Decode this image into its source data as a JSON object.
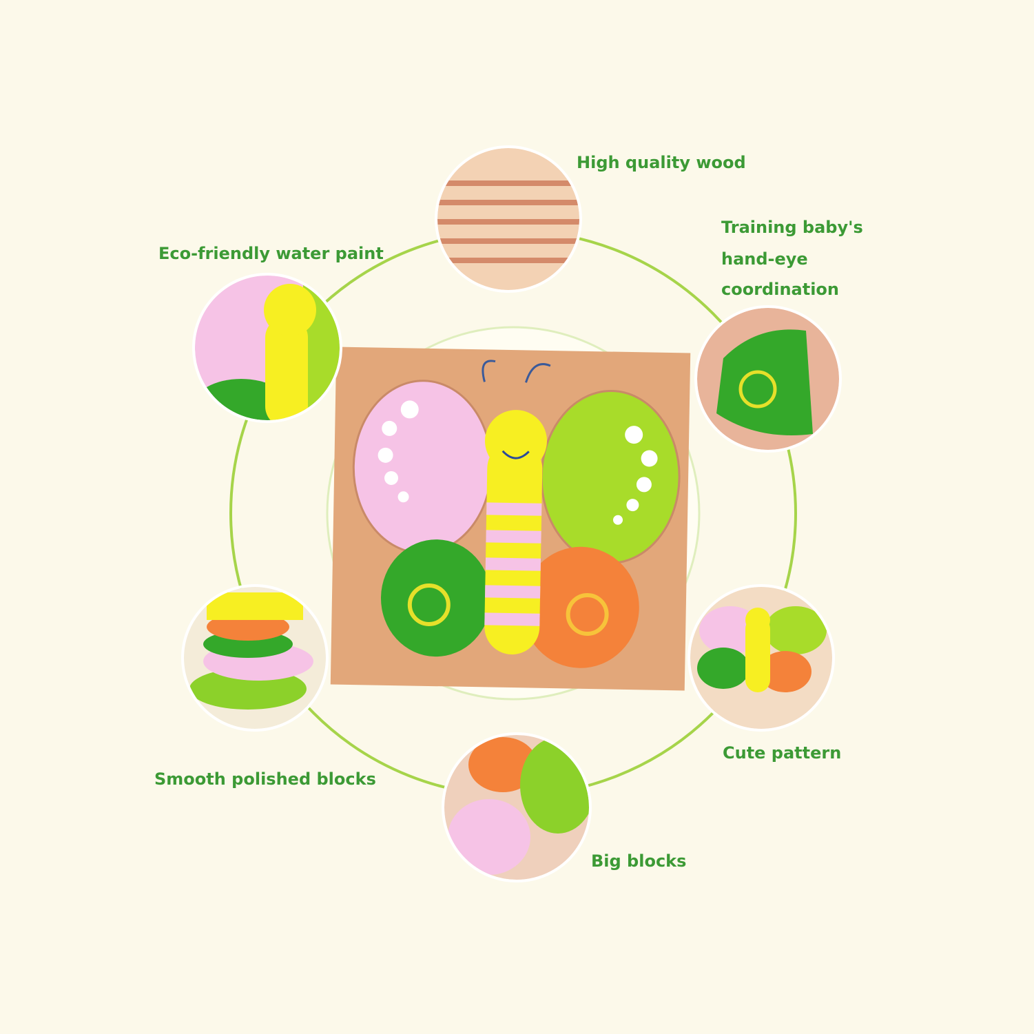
{
  "colors": {
    "background": "#fcf9ea",
    "label": "#3c9a35",
    "ring": "#a6d44a",
    "wood": "#e2a77a",
    "pink": "#f6c3e6",
    "lime": "#a8dc2a",
    "green": "#34a82a",
    "orange": "#f4823a",
    "yellow": "#f7ef22"
  },
  "features": [
    {
      "id": "wood",
      "label": "High quality wood"
    },
    {
      "id": "coordination",
      "lines": [
        "Training baby's",
        "hand-eye",
        "coordination"
      ]
    },
    {
      "id": "paint",
      "label": "Eco-friendly water paint"
    },
    {
      "id": "polished",
      "label": "Smooth polished blocks"
    },
    {
      "id": "pattern",
      "label": "Cute pattern"
    },
    {
      "id": "big",
      "label": "Big blocks"
    }
  ]
}
